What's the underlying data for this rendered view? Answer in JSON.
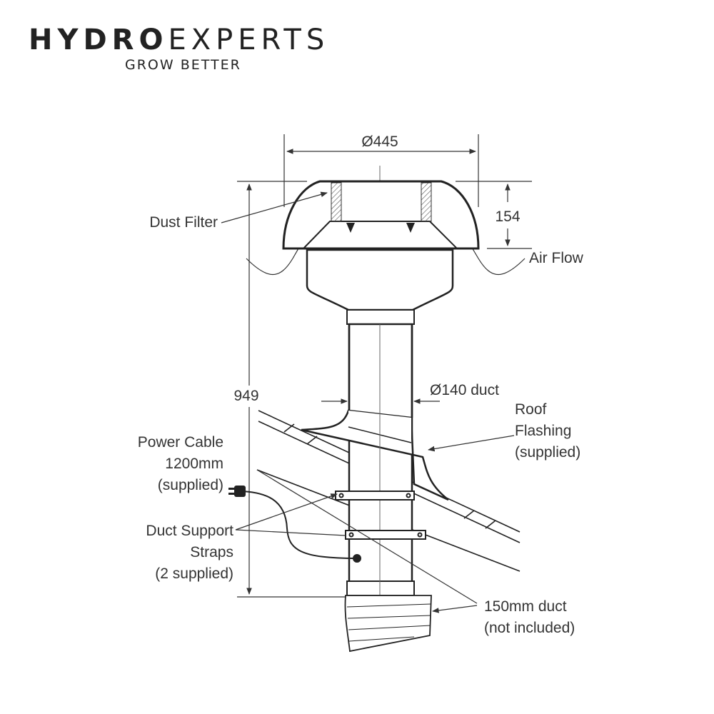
{
  "brand": {
    "name_bold": "HYDRO",
    "name_light": "EXPERTS",
    "tagline": "GROW BETTER"
  },
  "dimensions": {
    "top_diameter": "Ø445",
    "hood_height": "154",
    "total_height": "949",
    "duct_diameter": "Ø140 duct"
  },
  "labels": {
    "dust_filter": "Dust Filter",
    "air_flow": "Air Flow",
    "roof_flashing": [
      "Roof",
      "Flashing",
      "(supplied)"
    ],
    "power_cable": [
      "Power Cable",
      "1200mm",
      "(supplied)"
    ],
    "duct_support_straps": [
      "Duct Support",
      "Straps",
      "(2 supplied)"
    ],
    "duct_150": [
      "150mm duct",
      "(not included)"
    ]
  },
  "colors": {
    "line": "#222222",
    "text": "#333333"
  }
}
